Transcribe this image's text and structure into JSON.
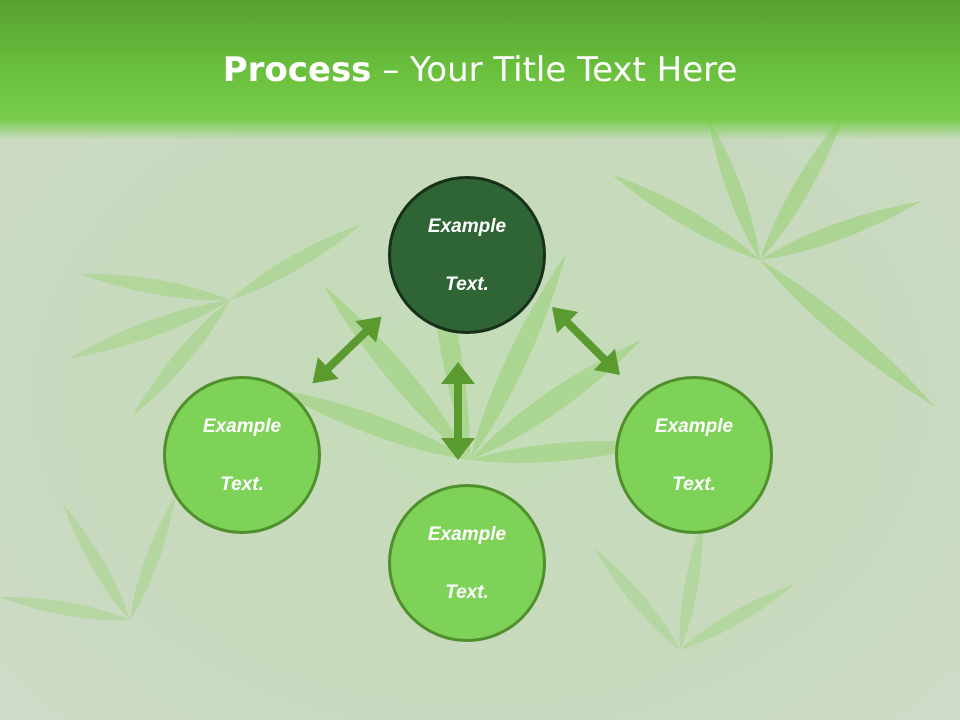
{
  "title": {
    "bold": "Process",
    "rest": " – Your Title Text Here"
  },
  "nodes": {
    "center": {
      "line1": "Example",
      "line2": "Text."
    },
    "left": {
      "line1": "Example",
      "line2": "Text."
    },
    "bottom": {
      "line1": "Example",
      "line2": "Text."
    },
    "right": {
      "line1": "Example",
      "line2": "Text."
    }
  },
  "colors": {
    "title_band": "#6cc23f",
    "center_fill": "#2f6535",
    "leaf_fill": "#7ed257",
    "arrow": "#5a9a2e"
  },
  "background": "cannabis-leaf-photo"
}
